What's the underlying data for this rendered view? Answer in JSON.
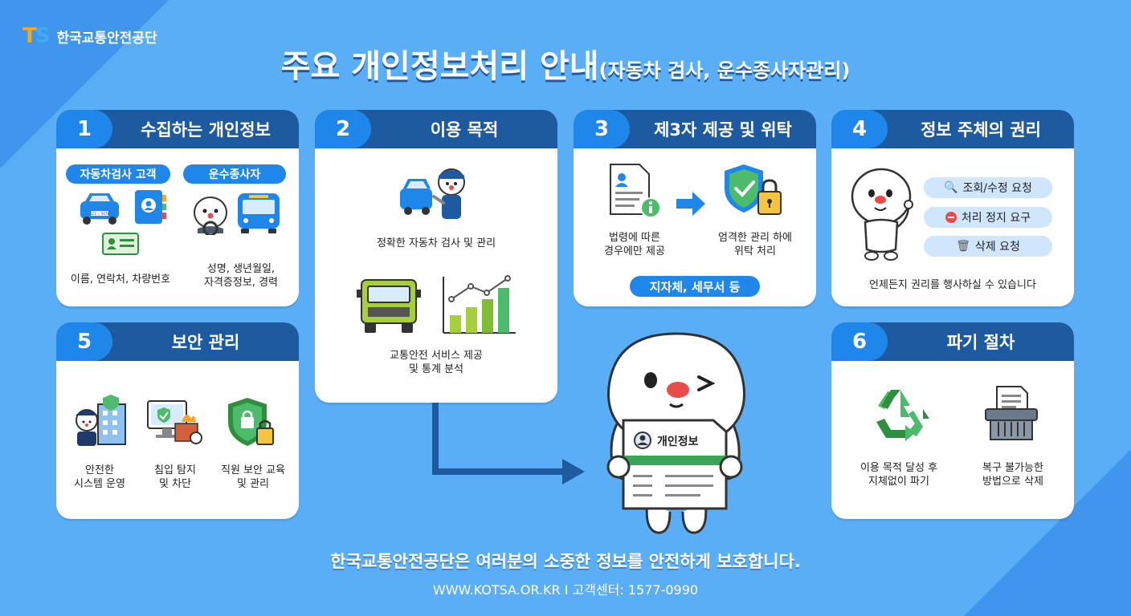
{
  "header": {
    "logo_mark": "TS",
    "logo_text": "한국교통안전공단",
    "title_main": "주요 개인정보처리 안내",
    "title_sub": "(자동차 검사, 운수종사자관리)"
  },
  "cards": {
    "c1": {
      "num": "1",
      "title": "수집하는 개인정보",
      "pill_a": "자동차검사 고객",
      "pill_b": "운수종사자",
      "label_a": "이름, 연락처, 차량번호",
      "label_b1": "성명, 생년월일,",
      "label_b2": "자격증정보, 경력",
      "plate": "123 ☆ 5678"
    },
    "c2": {
      "num": "2",
      "title": "이용 목적",
      "label_a": "정확한 자동차 검사 및 관리",
      "label_b1": "교통안전 서비스 제공",
      "label_b2": "및 통계 분석"
    },
    "c3": {
      "num": "3",
      "title": "제3자 제공 및 위탁",
      "label_a1": "법령에 따른",
      "label_a2": "경우에만 제공",
      "label_b1": "엄격한 관리 하에",
      "label_b2": "위탁 처리",
      "pill": "지자체, 세무서 등"
    },
    "c4": {
      "num": "4",
      "title": "정보 주체의 권리",
      "btn_a": "조회/수정 요청",
      "btn_b": "처리 정지 요구",
      "btn_c": "삭제 요청",
      "label": "언제든지 권리를 행사하실 수 있습니다"
    },
    "c5": {
      "num": "5",
      "title": "보안 관리",
      "label_a1": "안전한",
      "label_a2": "시스템 운영",
      "label_b1": "침입 탐지",
      "label_b2": "및 차단",
      "label_c1": "직원 보안 교육",
      "label_c2": "및 관리"
    },
    "c6": {
      "num": "6",
      "title": "파기 절차",
      "label_a1": "이용 목적 달성 후",
      "label_a2": "지체없이 파기",
      "label_b1": "복구 불가능한",
      "label_b2": "방법으로 삭제"
    }
  },
  "mascot": {
    "doc_label": "개인정보"
  },
  "footer": {
    "line1": "한국교통안전공단은 여러분의 소중한 정보를 안전하게 보호합니다.",
    "line2": "WWW.KOTSA.OR.KR I 고객센터: 1577-0990"
  },
  "colors": {
    "background": "#5aaef5",
    "header_dark": "#1e5a9f",
    "accent": "#1f86ea",
    "card": "#ffffff"
  }
}
